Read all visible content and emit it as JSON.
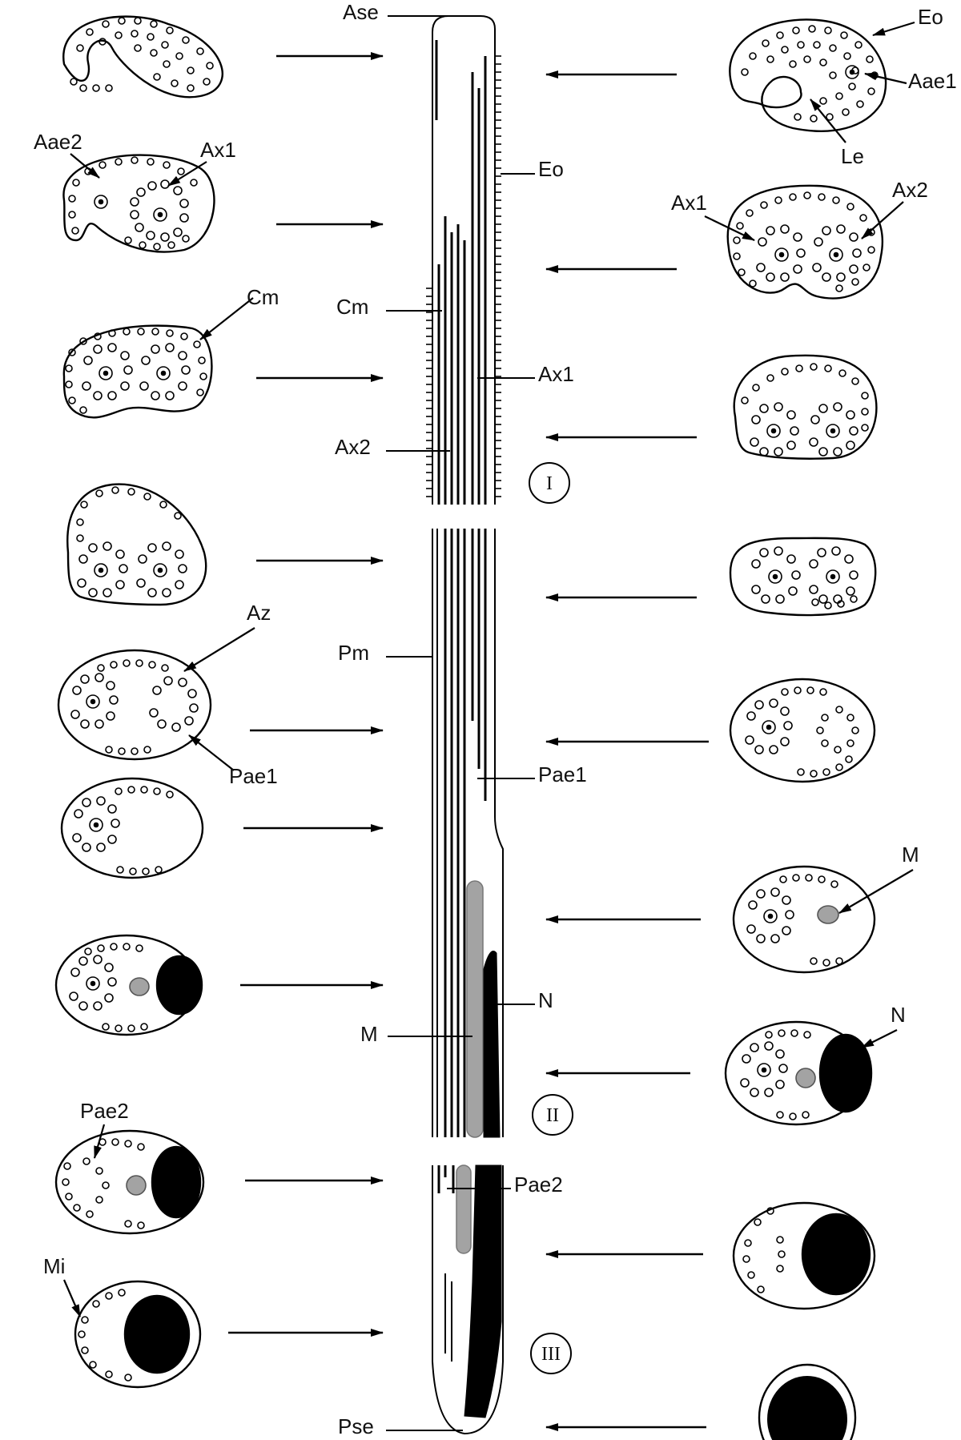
{
  "labels": {
    "Ase": "Ase",
    "Eo": "Eo",
    "Aae1": "Aae1",
    "Le": "Le",
    "Aae2": "Aae2",
    "Ax1": "Ax1",
    "Ax2": "Ax2",
    "Cm": "Cm",
    "Az": "Az",
    "Pm": "Pm",
    "Pae1": "Pae1",
    "M": "M",
    "N": "N",
    "Pae2": "Pae2",
    "Mi": "Mi",
    "Pse": "Pse"
  },
  "zones": [
    "I",
    "II",
    "III"
  ],
  "colors": {
    "ink": "#000000",
    "mitochondrion": "#a3a3a3",
    "nucleus": "#000000"
  }
}
